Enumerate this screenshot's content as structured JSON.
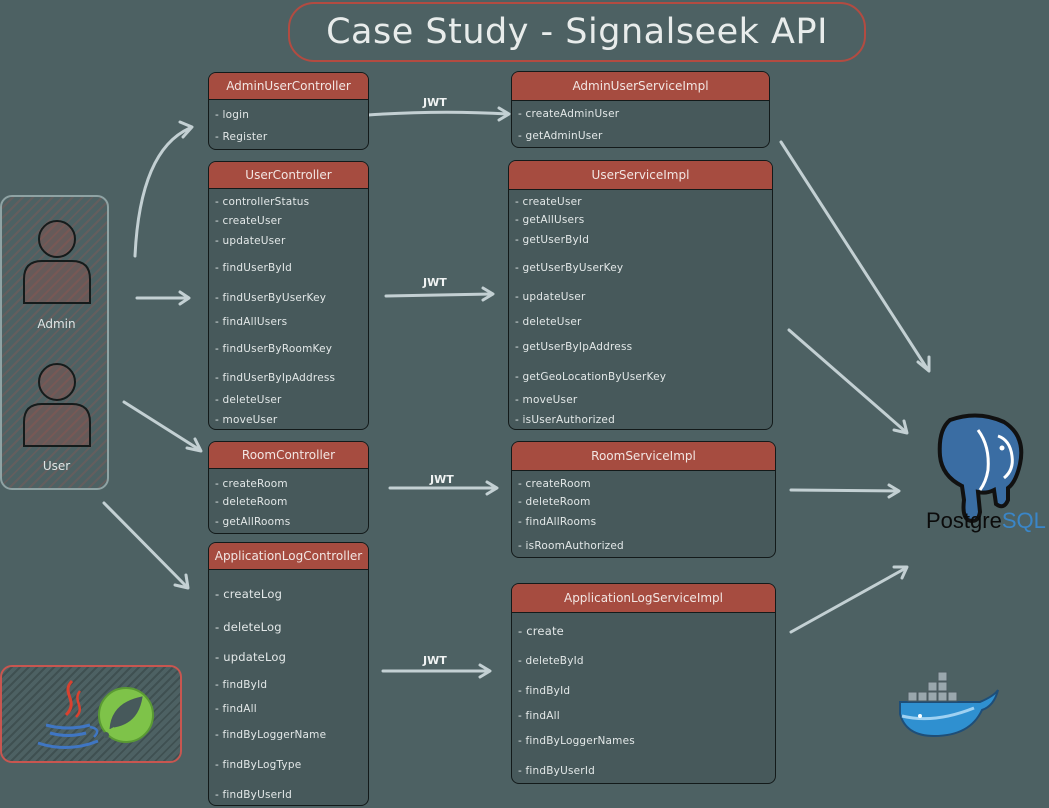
{
  "title": "Case Study - Signalseek API",
  "actors": [
    "Admin",
    "User"
  ],
  "connector_label": "JWT",
  "database_name_1": "Postgre",
  "database_name_2": "SQL",
  "controllers": [
    {
      "name": "AdminUserController",
      "methods": [
        "login",
        "Register"
      ]
    },
    {
      "name": "UserController",
      "methods": [
        "controllerStatus",
        "createUser",
        "updateUser",
        "findUserById",
        "findUserByUserKey",
        "findAllUsers",
        "findUserByRoomKey",
        "findUserByIpAddress",
        "deleteUser",
        "moveUser"
      ]
    },
    {
      "name": "RoomController",
      "methods": [
        "createRoom",
        "deleteRoom",
        "getAllRooms"
      ]
    },
    {
      "name": "ApplicationLogController",
      "methods": [
        "createLog",
        "deleteLog",
        "updateLog",
        "findById",
        "findAll",
        "findByLoggerName",
        "findByLogType",
        "findByUserId"
      ]
    }
  ],
  "services": [
    {
      "name": "AdminUserServiceImpl",
      "methods": [
        "createAdminUser",
        "getAdminUser"
      ]
    },
    {
      "name": "UserServiceImpl",
      "methods": [
        "createUser",
        "getAllUsers",
        "getUserById",
        "getUserByUserKey",
        "updateUser",
        "deleteUser",
        "getUserByIpAddress",
        "getGeoLocationByUserKey",
        "moveUser",
        "isUserAuthorized"
      ]
    },
    {
      "name": "RoomServiceImpl",
      "methods": [
        "createRoom",
        "deleteRoom",
        "findAllRooms",
        "isRoomAuthorized"
      ]
    },
    {
      "name": "ApplicationLogServiceImpl",
      "methods": [
        "create",
        "deleteById",
        "findById",
        "findAll",
        "findByLoggerNames",
        "findByUserId"
      ]
    }
  ],
  "colors": {
    "background": "#4d6163",
    "header": "#a64c40",
    "arrow": "#c3d0d3",
    "title_border": "#b34b41"
  },
  "icons": [
    "admin-person-icon",
    "user-person-icon",
    "java-logo-icon",
    "spring-logo-icon",
    "postgresql-elephant-icon",
    "docker-whale-icon"
  ]
}
